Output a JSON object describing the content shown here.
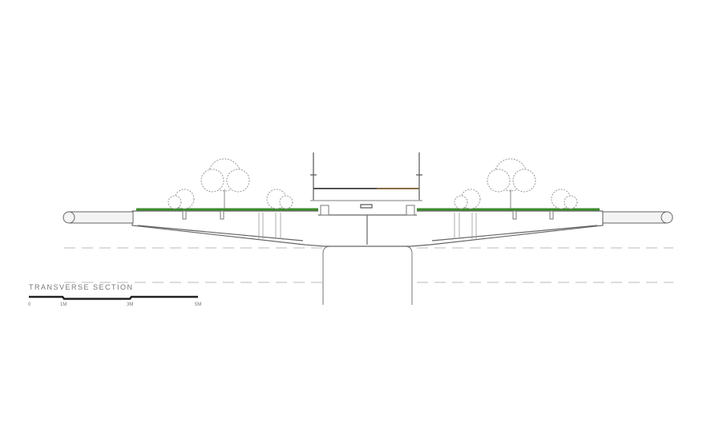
{
  "title": "TRANSVERSE SECTION",
  "scale_bar": {
    "labels": [
      "0",
      "1M",
      "3M",
      "5M"
    ]
  },
  "colors": {
    "line": "#555555",
    "green_roof": "#3d8b2e",
    "tree": "#9a9a9a"
  }
}
